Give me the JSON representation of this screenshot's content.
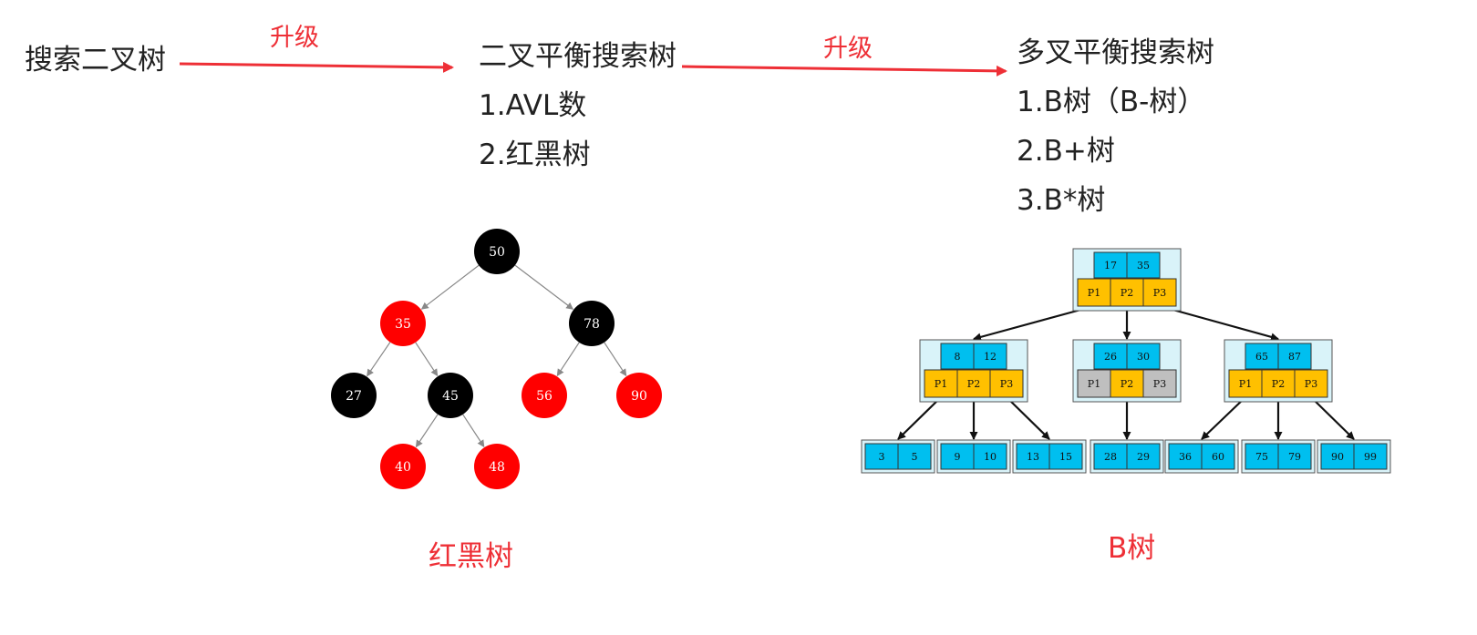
{
  "flow": {
    "stage1": "搜索二叉树",
    "arrow1_label": "升级",
    "stage2": "二叉平衡搜索树",
    "stage2_items": [
      "1.AVL数",
      "2.红黑树"
    ],
    "arrow2_label": "升级",
    "stage3": "多叉平衡搜索树",
    "stage3_items": [
      "1.B树（B-树）",
      "2.B+树",
      "3.B*树"
    ]
  },
  "red_black_tree": {
    "caption": "红黑树",
    "nodes": [
      {
        "key": "50",
        "color": "black"
      },
      {
        "key": "35",
        "color": "red"
      },
      {
        "key": "78",
        "color": "black"
      },
      {
        "key": "27",
        "color": "black"
      },
      {
        "key": "45",
        "color": "black"
      },
      {
        "key": "56",
        "color": "red"
      },
      {
        "key": "90",
        "color": "red"
      },
      {
        "key": "40",
        "color": "red"
      },
      {
        "key": "48",
        "color": "red"
      }
    ],
    "edges": [
      [
        "50",
        "35"
      ],
      [
        "50",
        "78"
      ],
      [
        "35",
        "27"
      ],
      [
        "35",
        "45"
      ],
      [
        "78",
        "56"
      ],
      [
        "78",
        "90"
      ],
      [
        "45",
        "40"
      ],
      [
        "45",
        "48"
      ]
    ]
  },
  "b_tree": {
    "caption": "B树",
    "root": {
      "keys": [
        "17",
        "35"
      ],
      "pointers": [
        "P1",
        "P2",
        "P3"
      ],
      "inactive": []
    },
    "internal": [
      {
        "keys": [
          "8",
          "12"
        ],
        "pointers": [
          "P1",
          "P2",
          "P3"
        ],
        "inactive": []
      },
      {
        "keys": [
          "26",
          "30"
        ],
        "pointers": [
          "P1",
          "P2",
          "P3"
        ],
        "inactive": [
          "P1",
          "P3"
        ]
      },
      {
        "keys": [
          "65",
          "87"
        ],
        "pointers": [
          "P1",
          "P2",
          "P3"
        ],
        "inactive": []
      }
    ],
    "leaves": [
      [
        "3",
        "5"
      ],
      [
        "9",
        "10"
      ],
      [
        "13",
        "15"
      ],
      [
        "28",
        "29"
      ],
      [
        "36",
        "60"
      ],
      [
        "75",
        "79"
      ],
      [
        "90",
        "99"
      ]
    ]
  },
  "colors": {
    "text": "#222222",
    "accent_red": "#ee2f36",
    "rb_black": "#000000",
    "rb_red": "#ff0000",
    "btree_key": "#00bfef",
    "btree_pointer": "#ffc000",
    "btree_pointer_inactive": "#bfbfbf",
    "btree_frame": "#d9f3f9"
  },
  "icons": {
    "flow_arrow": "arrow-right-icon"
  }
}
